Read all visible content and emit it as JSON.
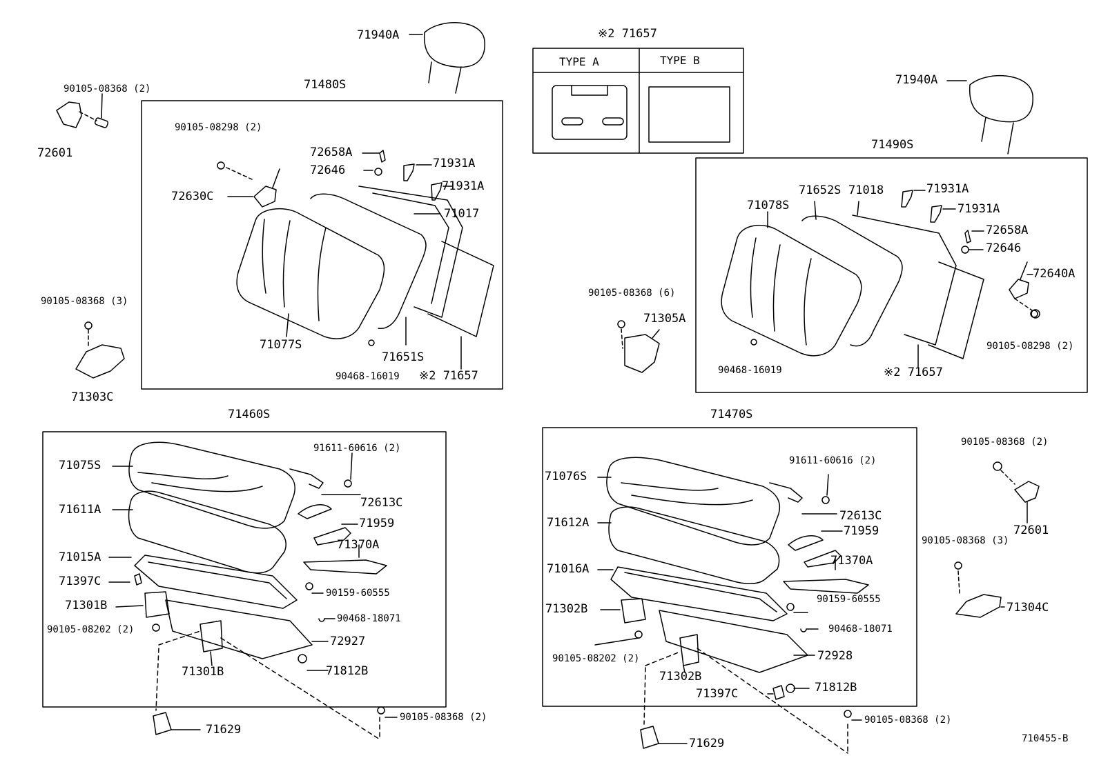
{
  "diagram_id": "710455-B",
  "ink_color": "#000000",
  "background": "#ffffff",
  "type_legend": {
    "heading": "※2 71657",
    "type_a": "TYPE A",
    "type_b": "TYPE B"
  },
  "headrest_left": {
    "part": "71940A"
  },
  "headrest_right": {
    "part": "71940A"
  },
  "left_hinge_upper": {
    "bolt": "90105-08368 (2)",
    "part": "72601"
  },
  "left_hinge_lower": {
    "bolt": "90105-08368 (3)",
    "part": "71303C"
  },
  "back_left": {
    "assembly": "71480S",
    "parts": {
      "bolt": "90105-08298 (2)",
      "lock": "72630C",
      "p72658A": "72658A",
      "p72646": "72646",
      "p71931A_1": "71931A",
      "p71931A_2": "71931A",
      "frame": "71017",
      "pad": "71651S",
      "cover": "71077S",
      "hog_ring": "90468-16019",
      "board": "※2 71657"
    }
  },
  "back_right": {
    "assembly": "71490S",
    "parts": {
      "cover": "71078S",
      "pad": "71652S",
      "frame": "71018",
      "p71931A_1": "71931A",
      "p71931A_2": "71931A",
      "p72658A": "72658A",
      "p72646": "72646",
      "lock": "72640A",
      "bolt": "90105-08298 (2)",
      "hog_ring": "90468-16019",
      "board": "※2 71657"
    }
  },
  "right_bracket": {
    "bolt": "90105-08368 (6)",
    "part": "71305A"
  },
  "cushion_left": {
    "assembly": "71460S",
    "parts": {
      "cover": "71075S",
      "pad": "71611A",
      "frame": "71015A",
      "p71397C": "71397C",
      "hinge": "71301B",
      "bolt_small": "90105-08202 (2)",
      "clip_bolt": "91611-60616 (2)",
      "lever": "72613C",
      "p71959": "71959",
      "p71370A": "71370A",
      "bolt_90159": "90159-60555",
      "hog_ring": "90468-18071",
      "tray": "72927",
      "hinge_lower": "71301B",
      "p71812B": "71812B"
    },
    "cover_cap": "71629",
    "bottom_bolt": "90105-08368 (2)"
  },
  "cushion_right": {
    "assembly": "71470S",
    "parts": {
      "cover": "71076S",
      "pad": "71612A",
      "frame": "71016A",
      "hinge": "71302B",
      "bolt_small": "90105-08202 (2)",
      "hinge_lower": "71302B",
      "p71397C": "71397C",
      "clip_bolt": "91611-60616 (2)",
      "lever": "72613C",
      "p71959": "71959",
      "p71370A": "71370A",
      "bolt_90159": "90159-60555",
      "hog_ring": "90468-18071",
      "tray": "72928",
      "p71812B": "71812B"
    },
    "cover_cap": "71629",
    "bottom_bolt": "90105-08368 (2)"
  },
  "right_hinge_upper": {
    "bolt": "90105-08368 (2)",
    "part": "72601"
  },
  "right_hinge_lower": {
    "bolt": "90105-08368 (3)",
    "part": "71304C"
  }
}
